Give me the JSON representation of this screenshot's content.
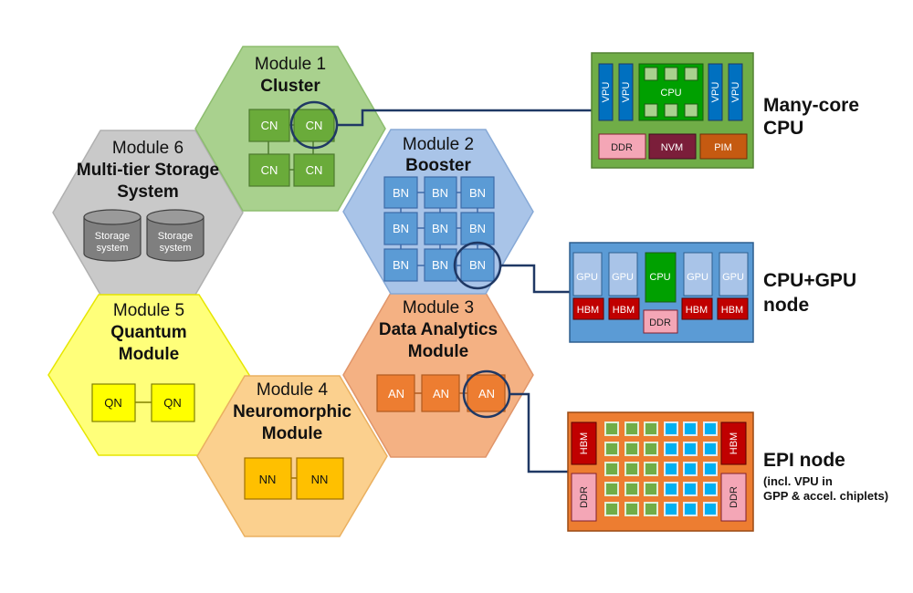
{
  "modules": {
    "m1": {
      "title": "Module 1",
      "sub1": "Cluster",
      "node": "CN"
    },
    "m2": {
      "title": "Module 2",
      "sub1": "Booster",
      "node": "BN"
    },
    "m3": {
      "title": "Module 3",
      "sub1": "Data Analytics",
      "sub2": "Module",
      "node": "AN"
    },
    "m4": {
      "title": "Module 4",
      "sub1": "Neuromorphic",
      "sub2": "Module",
      "node": "NN"
    },
    "m5": {
      "title": "Module 5",
      "sub1": "Quantum",
      "sub2": "Module",
      "node": "QN"
    },
    "m6": {
      "title": "Module 6",
      "sub1": "Multi-tier Storage",
      "sub2": "System",
      "storage_l1": "Storage",
      "storage_l2": "system"
    }
  },
  "cpu_box": {
    "vpu": "VPU",
    "cpu": "CPU",
    "ddr": "DDR",
    "nvm": "NVM",
    "pim": "PIM",
    "label1": "Many-core",
    "label2": "CPU"
  },
  "gpu_box": {
    "gpu": "GPU",
    "cpu": "CPU",
    "hbm": "HBM",
    "ddr": "DDR",
    "label1": "CPU+GPU",
    "label2": "node"
  },
  "epi_box": {
    "hbm": "HBM",
    "ddr": "DDR",
    "label1": "EPI node",
    "note1": "(incl. VPU in",
    "note2": "GPP & accel. chiplets)"
  },
  "colors": {
    "m1_fill": "#a9d18e",
    "m2_fill": "#a9c4e8",
    "m3_fill": "#f4b183",
    "m4_fill": "#fbd08e",
    "m5_fill": "#ffff7a",
    "m6_fill": "#c9c9c9",
    "connector": "#1f3864"
  }
}
